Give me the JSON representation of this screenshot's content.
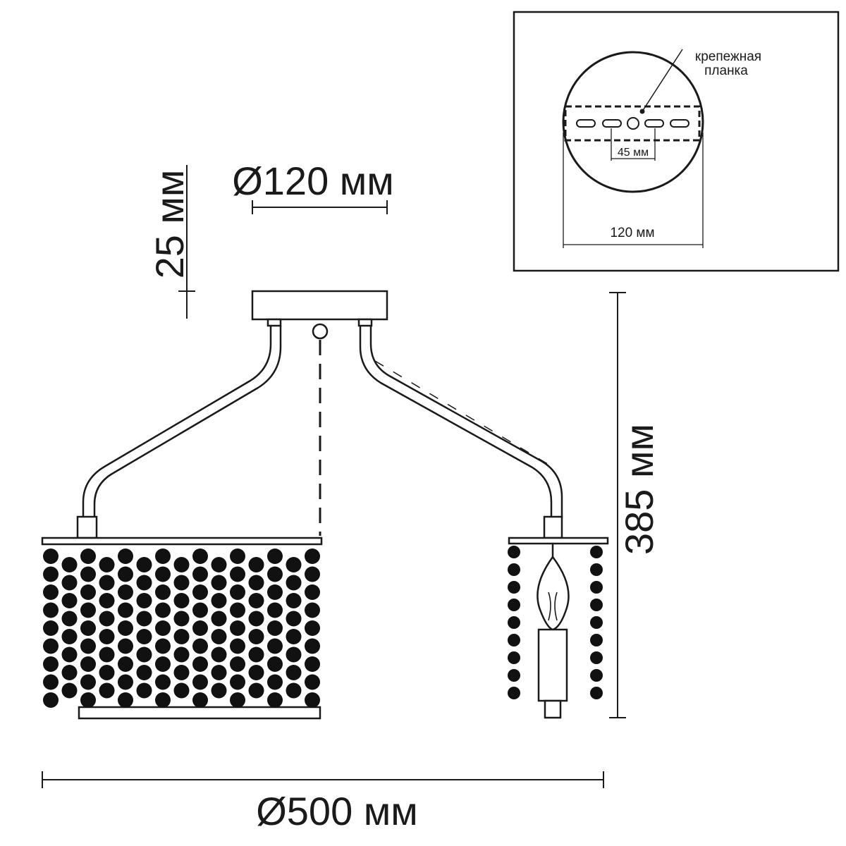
{
  "diagram": {
    "dimensions": {
      "canopy_height": "25 мм",
      "canopy_diameter": "Ø120 мм",
      "total_height": "385 мм",
      "total_diameter": "Ø500 мм"
    },
    "inset": {
      "callout": [
        "крепежная",
        "планка"
      ],
      "hole_spacing": "45 мм",
      "plate_diameter": "120 мм"
    },
    "colors": {
      "line": "#1a1a1a",
      "bead": "#111111",
      "background": "#ffffff"
    }
  }
}
